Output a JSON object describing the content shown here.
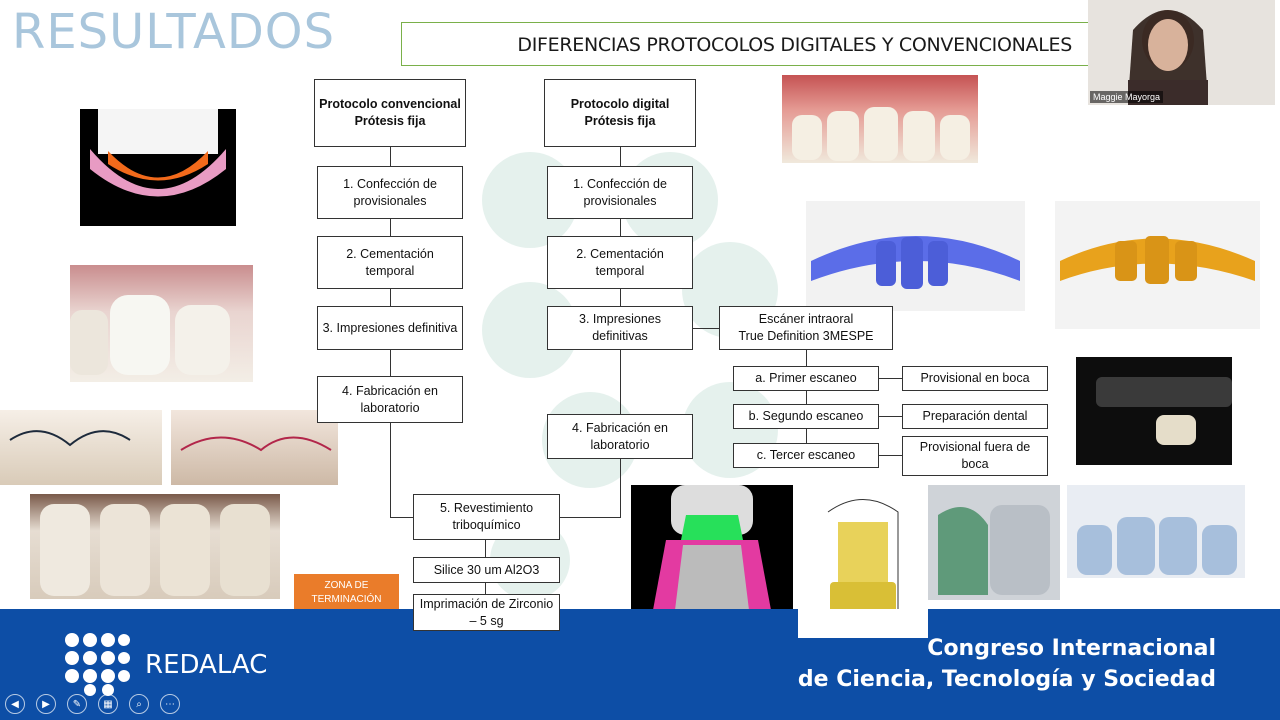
{
  "slide": {
    "title": "RESULTADOS",
    "header": "DIFERENCIAS PROTOCOLOS DIGITALES Y CONVENCIONALES"
  },
  "conventional": {
    "head": "Protocolo convencional\nPrótesis fija",
    "steps": [
      "1. Confección de provisionales",
      "2. Cementación temporal",
      "3. Impresiones definitiva",
      "4. Fabricación en laboratorio"
    ]
  },
  "digital": {
    "head": "Protocolo digital\nPrótesis fija",
    "steps": [
      "1. Confección de provisionales",
      "2. Cementación temporal",
      "3. Impresiones definitivas",
      "4. Fabricación en laboratorio"
    ]
  },
  "scanner": {
    "label": "Escáner intraoral\nTrue Definition 3MESPE",
    "scans": [
      "a. Primer escaneo",
      "b. Segundo escaneo",
      "c. Tercer escaneo"
    ],
    "results": [
      "Provisional en boca",
      "Preparación dental",
      "Provisional fuera de boca"
    ]
  },
  "shared": {
    "step5": "5. Revestimiento triboquímico",
    "silice": "Silice 30 um Al2O3",
    "priming": "Imprimación de Zirconio – 5 sg"
  },
  "tag": {
    "zona": "ZONA DE TERMINACIÓN"
  },
  "webcam": {
    "name": "Maggie Mayorga"
  },
  "footer": {
    "logo": "REDALAC",
    "congress_line1": "Congreso Internacional",
    "congress_line2": "de Ciencia, Tecnología y Sociedad"
  },
  "colors": {
    "footer_bg": "#0d4ea6",
    "title": "#a9c6dc",
    "header_border": "#7ab04a",
    "tag": "#ea7c2a"
  }
}
